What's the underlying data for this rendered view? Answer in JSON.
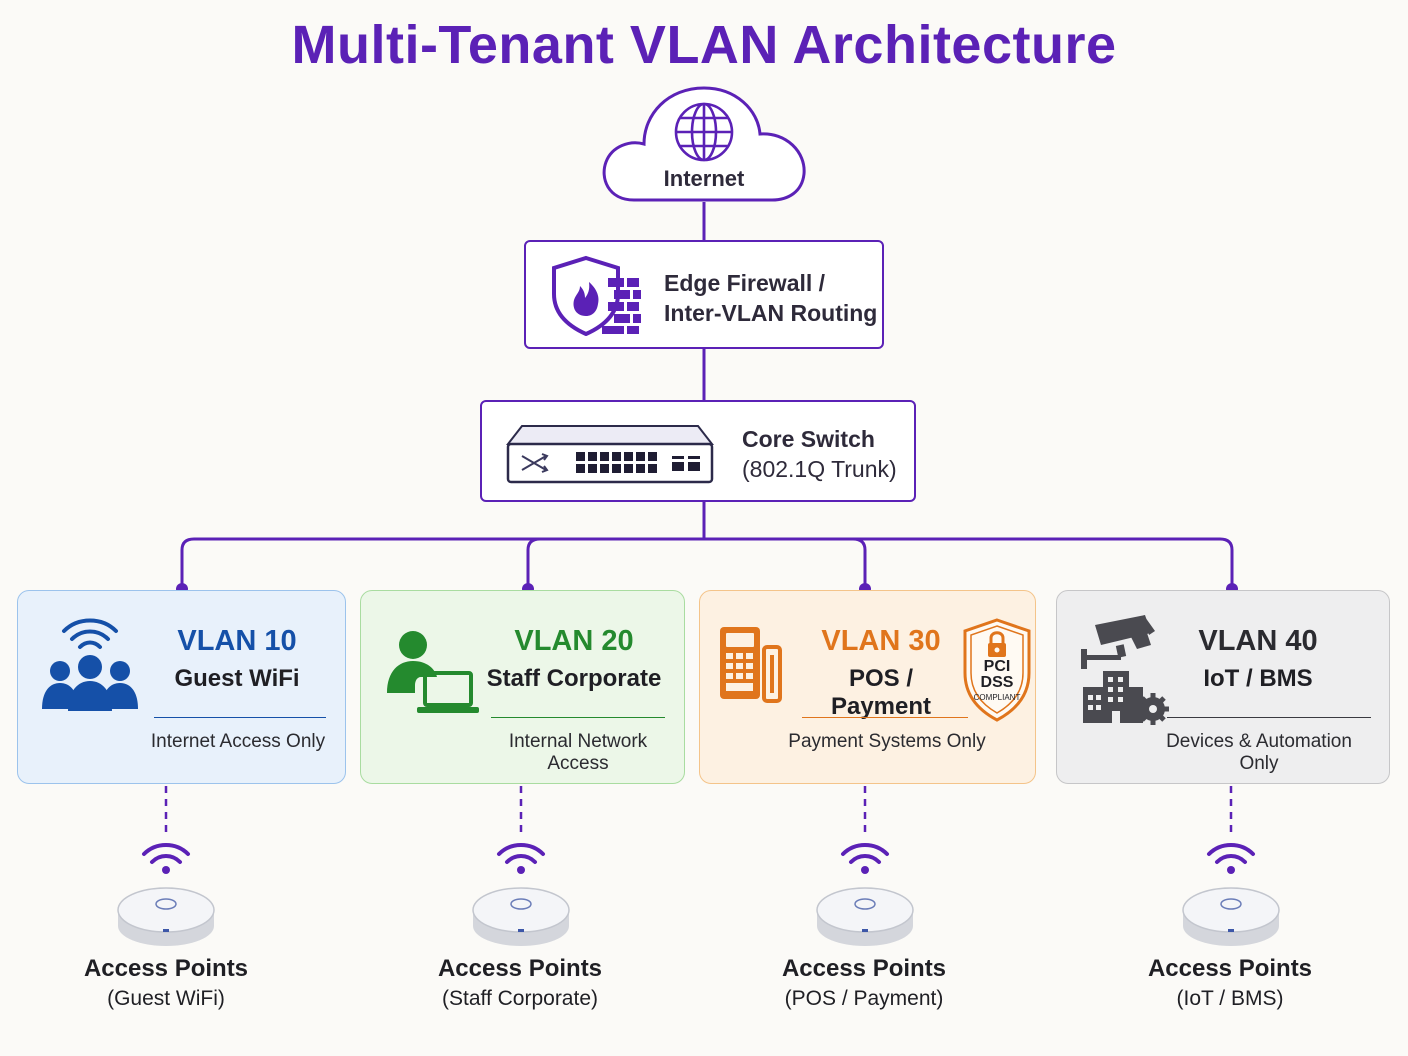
{
  "title": "Multi-Tenant VLAN Architecture",
  "internet": {
    "label": "Internet",
    "icon": "globe-icon"
  },
  "firewall": {
    "line1": "Edge Firewall /",
    "line2": "Inter-VLAN Routing",
    "icon": "firewall-shield-icon"
  },
  "core_switch": {
    "line1": "Core Switch",
    "line2": "(802.1Q Trunk)",
    "icon": "network-switch-icon"
  },
  "vlans": [
    {
      "id": "VLAN 10",
      "name": "Guest WiFi",
      "desc": "Internet Access Only",
      "color": "#1550a8",
      "icon": "users-wifi-icon"
    },
    {
      "id": "VLAN 20",
      "name": "Staff Corporate",
      "desc": "Internal Network Access",
      "color": "#248a2e",
      "icon": "user-laptop-icon"
    },
    {
      "id": "VLAN 30",
      "name": "POS / Payment",
      "desc": "Payment Systems Only",
      "color": "#e0751c",
      "icon": "pos-terminal-icon",
      "badge": {
        "line1": "PCI",
        "line2": "DSS",
        "line3": "COMPLIANT",
        "icon": "pci-shield-icon"
      }
    },
    {
      "id": "VLAN 40",
      "name": "IoT / BMS",
      "desc": "Devices & Automation Only",
      "color": "#3a3a40",
      "icon": "camera-building-icon"
    }
  ],
  "access_points": [
    {
      "title": "Access Points",
      "sub": "(Guest WiFi)",
      "icon": "access-point-icon"
    },
    {
      "title": "Access Points",
      "sub": "(Staff Corporate)",
      "icon": "access-point-icon"
    },
    {
      "title": "Access Points",
      "sub": "(POS / Payment)",
      "icon": "access-point-icon"
    },
    {
      "title": "Access Points",
      "sub": "(IoT / BMS)",
      "icon": "access-point-icon"
    }
  ],
  "colors": {
    "accent": "#5b21b6"
  }
}
